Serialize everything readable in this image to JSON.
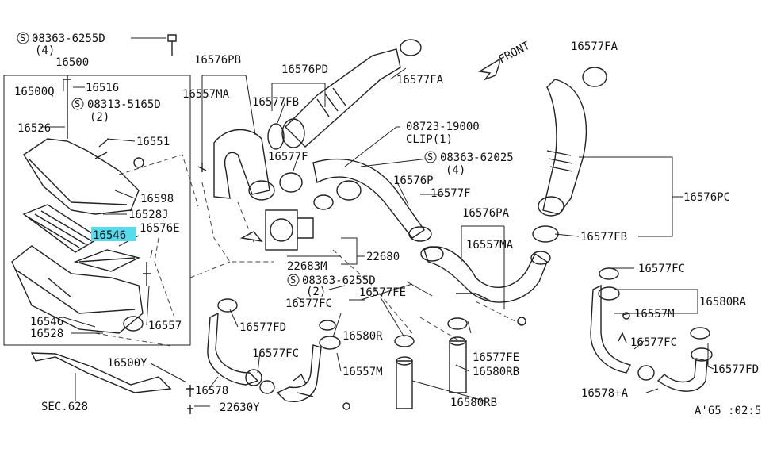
{
  "highlight_color": "#55dcef",
  "callouts": [
    {
      "id": "s08363_6255d_top",
      "text": "08363-6255D"
    },
    {
      "id": "qty4_top",
      "text": "(4)"
    },
    {
      "id": "p16500",
      "text": "16500"
    },
    {
      "id": "p16516",
      "text": "16516"
    },
    {
      "id": "p16500q",
      "text": "16500Q"
    },
    {
      "id": "s08313",
      "text": "08313-5165D"
    },
    {
      "id": "qty2_a",
      "text": "(2)"
    },
    {
      "id": "p16526",
      "text": "16526"
    },
    {
      "id": "p16551",
      "text": "16551"
    },
    {
      "id": "p16598",
      "text": "16598"
    },
    {
      "id": "p16528j",
      "text": "16528J"
    },
    {
      "id": "p16546_hl",
      "text": "16546"
    },
    {
      "id": "p16576e",
      "text": "16576E"
    },
    {
      "id": "p16546",
      "text": "16546"
    },
    {
      "id": "p16528",
      "text": "16528"
    },
    {
      "id": "p16557",
      "text": "16557"
    },
    {
      "id": "p16500y",
      "text": "16500Y"
    },
    {
      "id": "p16578_l",
      "text": "16578"
    },
    {
      "id": "p22630y",
      "text": "22630Y"
    },
    {
      "id": "sec628",
      "text": "SEC.628"
    },
    {
      "id": "p16576pb",
      "text": "16576PB"
    },
    {
      "id": "p16576pd",
      "text": "16576PD"
    },
    {
      "id": "p16557ma_a",
      "text": "16557MA"
    },
    {
      "id": "p16577fb_a",
      "text": "16577FB"
    },
    {
      "id": "p16577fa_a",
      "text": "16577FA"
    },
    {
      "id": "front",
      "text": "FRONT"
    },
    {
      "id": "p16577fa_b",
      "text": "16577FA"
    },
    {
      "id": "p08723",
      "text": "08723-19000"
    },
    {
      "id": "clip",
      "text": "CLIP(1)"
    },
    {
      "id": "p16577f_a",
      "text": "16577F"
    },
    {
      "id": "s08363_62025",
      "text": "08363-62025"
    },
    {
      "id": "qty4_b",
      "text": "(4)"
    },
    {
      "id": "p16576p",
      "text": "16576P"
    },
    {
      "id": "p16577f_b",
      "text": "16577F"
    },
    {
      "id": "p16576pa",
      "text": "16576PA"
    },
    {
      "id": "p16576pc",
      "text": "16576PC"
    },
    {
      "id": "p16557ma_b",
      "text": "16557MA"
    },
    {
      "id": "p16577fb_b",
      "text": "16577FB"
    },
    {
      "id": "p22680",
      "text": "22680"
    },
    {
      "id": "p22683m",
      "text": "22683M"
    },
    {
      "id": "s08363_6255d_b",
      "text": "08363-6255D"
    },
    {
      "id": "qty2_b",
      "text": "(2)"
    },
    {
      "id": "p16577fc_a",
      "text": "16577FC"
    },
    {
      "id": "p16577fe_a",
      "text": "16577FE"
    },
    {
      "id": "p16577fd_a",
      "text": "16577FD"
    },
    {
      "id": "p16577fc_b",
      "text": "16577FC"
    },
    {
      "id": "p16580r",
      "text": "16580R"
    },
    {
      "id": "p16557m_a",
      "text": "16557M"
    },
    {
      "id": "p16577fe_b",
      "text": "16577FE"
    },
    {
      "id": "p16580rb_a",
      "text": "16580RB"
    },
    {
      "id": "p16580rb_b",
      "text": "16580RB"
    },
    {
      "id": "p16577fc_c",
      "text": "16577FC"
    },
    {
      "id": "p16580ra",
      "text": "16580RA"
    },
    {
      "id": "p16557m_b",
      "text": "16557M"
    },
    {
      "id": "p16577fc_d",
      "text": "16577FC"
    },
    {
      "id": "p16577fd_b",
      "text": "16577FD"
    },
    {
      "id": "p16578a",
      "text": "16578+A"
    },
    {
      "id": "figcode",
      "text": "A'65 :02:5"
    }
  ]
}
